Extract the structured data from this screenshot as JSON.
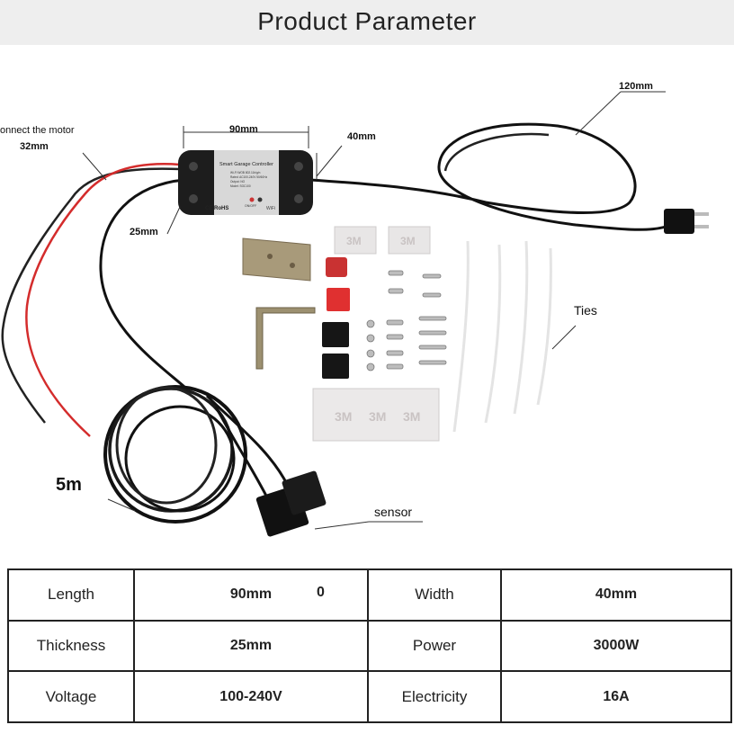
{
  "header": {
    "title": "Product Parameter"
  },
  "labels": {
    "connect_motor": "onnect the motor",
    "wire_len": "32mm",
    "body_len": "90mm",
    "body_width": "40mm",
    "body_thick": "25mm",
    "cord_len": "120mm",
    "sensor_cable": "5m",
    "ties": "Ties",
    "sensor": "sensor"
  },
  "device": {
    "name": "Smart Garage Controller",
    "spec1": "Wi-Fi WOB 802.11b/g/n",
    "spec2": "Rated: AC100-240V 50/60Hz",
    "spec3": "Output: NO",
    "spec4": "Model: SGC100",
    "led": "ON/OFF",
    "marks": "CE RoHS",
    "wifi": "WiFi"
  },
  "stickers": [
    "3M",
    "3M",
    "3M",
    "3M",
    "3M"
  ],
  "params": {
    "stray": "0",
    "rows": [
      {
        "k1": "Length",
        "v1": "90mm",
        "k2": "Width",
        "v2": "40mm"
      },
      {
        "k1": "Thickness",
        "v1": "25mm",
        "k2": "Power",
        "v2": "3000W"
      },
      {
        "k1": "Voltage",
        "v1": "100-240V",
        "k2": "Electricity",
        "v2": "16A"
      }
    ]
  }
}
